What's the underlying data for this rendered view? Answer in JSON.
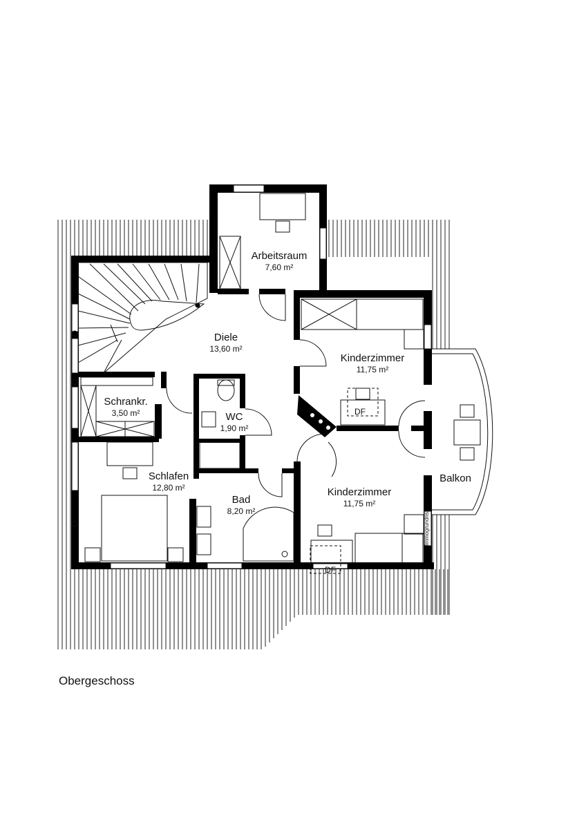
{
  "floor": {
    "caption": "Obergeschoss"
  },
  "rooms": {
    "arbeitsraum": {
      "name": "Arbeitsraum",
      "area": "7,60 m²"
    },
    "diele": {
      "name": "Diele",
      "area": "13,60 m²"
    },
    "kinderzimmer_top": {
      "name": "Kinderzimmer",
      "area": "11,75 m²"
    },
    "schrankraum": {
      "name": "Schrankr.",
      "area": "3,50 m²"
    },
    "wc": {
      "name": "WC",
      "area": "1,90 m²"
    },
    "schlafen": {
      "name": "Schlafen",
      "area": "12,80 m²"
    },
    "bad": {
      "name": "Bad",
      "area": "8,20 m²"
    },
    "kinderzimmer_bottom": {
      "name": "Kinderzimmer",
      "area": "11,75 m²"
    },
    "balkon": {
      "name": "Balkon"
    }
  },
  "labels": {
    "df_top": "DF",
    "df_bottom": "DF",
    "watermark": "Immogrundriss"
  },
  "colors": {
    "wall": "#000000",
    "line": "#222222",
    "background": "#ffffff"
  }
}
